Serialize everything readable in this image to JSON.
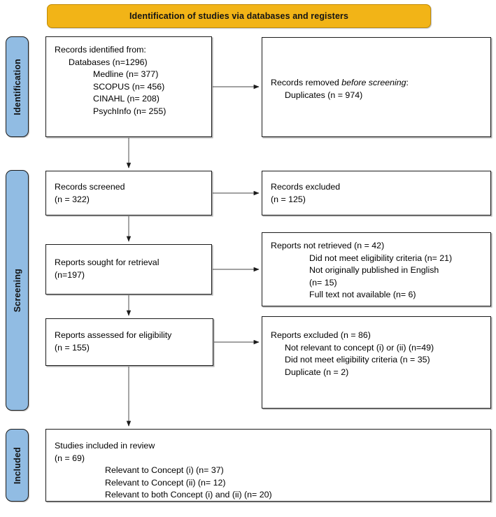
{
  "banner": {
    "title": "Identification of studies via databases and registers",
    "color": "#F2B417"
  },
  "stages": {
    "identification": "Identification",
    "screening": "Screening",
    "included": "Included",
    "color": "#91BCE3"
  },
  "boxes": {
    "identified": {
      "name": "records-identified",
      "lines": [
        "Records identified from:",
        "Databases (n=1296)",
        "Medline (n= 377)",
        "SCOPUS (n= 456)",
        "CINAHL (n= 208)",
        "PsychInfo (n= 255)"
      ]
    },
    "removed": {
      "name": "records-removed-before-screening",
      "line1_a": "Records removed ",
      "line1_b": "before screening",
      "line1_c": ":",
      "line2": "Duplicates (n = 974)"
    },
    "screened": {
      "name": "records-screened",
      "lines": [
        "Records screened",
        "(n = 322)"
      ]
    },
    "excluded_screening": {
      "name": "records-excluded",
      "lines": [
        "Records excluded",
        "(n = 125)"
      ]
    },
    "sought": {
      "name": "reports-sought-for-retrieval",
      "lines": [
        "Reports sought for retrieval",
        "(n=197)"
      ]
    },
    "not_retrieved": {
      "name": "reports-not-retrieved",
      "lines": [
        "Reports not retrieved (n = 42)",
        "Did not meet eligibility criteria (n= 21)",
        "Not originally published in English",
        "(n= 15)",
        "Full text not available (n= 6)"
      ]
    },
    "assessed": {
      "name": "reports-assessed-for-eligibility",
      "lines": [
        "Reports assessed for eligibility",
        "(n = 155)"
      ]
    },
    "excluded_eligibility": {
      "name": "reports-excluded",
      "lines": [
        "Reports excluded (n = 86)",
        "Not relevant to concept (i) or (ii) (n=49)",
        "Did not meet eligibility criteria (n = 35)",
        "Duplicate (n = 2)"
      ]
    },
    "included": {
      "name": "studies-included-in-review",
      "lines": [
        "Studies included in review",
        "(n = 69)",
        "Relevant to Concept (i) (n= 37)",
        "Relevant to Concept (ii) (n= 12)",
        "Relevant to both Concept (i) and (ii) (n= 20)"
      ]
    }
  },
  "chart_data": {
    "type": "flowchart",
    "title": "Identification of studies via databases and registers",
    "stages": [
      "Identification",
      "Screening",
      "Included"
    ],
    "nodes": [
      {
        "id": "identified",
        "stage": "Identification",
        "label": "Records identified from: Databases",
        "n": 1296,
        "breakdown": [
          {
            "source": "Medline",
            "n": 377
          },
          {
            "source": "SCOPUS",
            "n": 456
          },
          {
            "source": "CINAHL",
            "n": 208
          },
          {
            "source": "PsychInfo",
            "n": 255
          }
        ]
      },
      {
        "id": "removed",
        "stage": "Identification",
        "label": "Records removed before screening: Duplicates",
        "n": 974
      },
      {
        "id": "screened",
        "stage": "Screening",
        "label": "Records screened",
        "n": 322
      },
      {
        "id": "excluded_screening",
        "stage": "Screening",
        "label": "Records excluded",
        "n": 125
      },
      {
        "id": "sought",
        "stage": "Screening",
        "label": "Reports sought for retrieval",
        "n": 197
      },
      {
        "id": "not_retrieved",
        "stage": "Screening",
        "label": "Reports not retrieved",
        "n": 42,
        "breakdown": [
          {
            "reason": "Did not meet eligibility criteria",
            "n": 21
          },
          {
            "reason": "Not originally published in English",
            "n": 15
          },
          {
            "reason": "Full text not available",
            "n": 6
          }
        ]
      },
      {
        "id": "assessed",
        "stage": "Screening",
        "label": "Reports assessed for eligibility",
        "n": 155
      },
      {
        "id": "excluded_eligibility",
        "stage": "Screening",
        "label": "Reports excluded",
        "n": 86,
        "breakdown": [
          {
            "reason": "Not relevant to concept (i) or (ii)",
            "n": 49
          },
          {
            "reason": "Did not meet eligibility criteria",
            "n": 35
          },
          {
            "reason": "Duplicate",
            "n": 2
          }
        ]
      },
      {
        "id": "included",
        "stage": "Included",
        "label": "Studies included in review",
        "n": 69,
        "breakdown": [
          {
            "group": "Relevant to Concept (i)",
            "n": 37
          },
          {
            "group": "Relevant to Concept (ii)",
            "n": 12
          },
          {
            "group": "Relevant to both Concept (i) and (ii)",
            "n": 20
          }
        ]
      }
    ],
    "edges": [
      {
        "from": "identified",
        "to": "removed",
        "direction": "right"
      },
      {
        "from": "identified",
        "to": "screened",
        "direction": "down"
      },
      {
        "from": "screened",
        "to": "excluded_screening",
        "direction": "right"
      },
      {
        "from": "screened",
        "to": "sought",
        "direction": "down"
      },
      {
        "from": "sought",
        "to": "not_retrieved",
        "direction": "right"
      },
      {
        "from": "sought",
        "to": "assessed",
        "direction": "down"
      },
      {
        "from": "assessed",
        "to": "excluded_eligibility",
        "direction": "right"
      },
      {
        "from": "assessed",
        "to": "included",
        "direction": "down"
      }
    ]
  }
}
